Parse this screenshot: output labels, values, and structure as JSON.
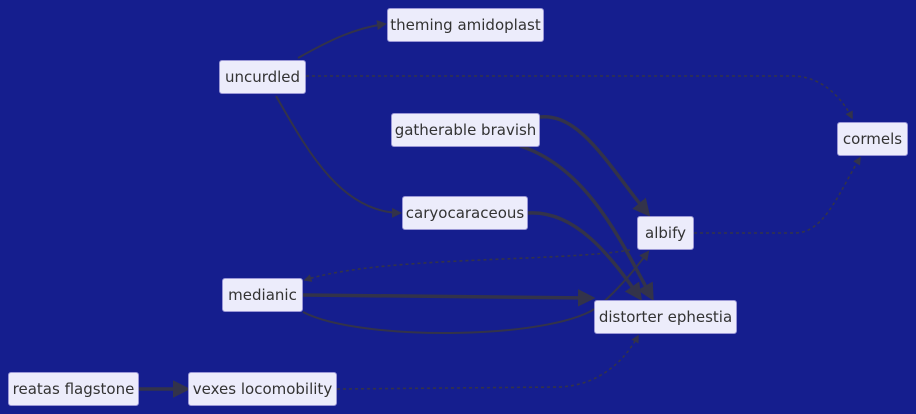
{
  "nodes": {
    "theming_amidoplast": "theming amidoplast",
    "uncurdled": "uncurdled",
    "gatherable_bravish": "gatherable bravish",
    "cormels": "cormels",
    "caryocaraceous": "caryocaraceous",
    "albify": "albify",
    "medianic": "medianic",
    "distorter_ephestia": "distorter ephestia",
    "reatas_flagstone": "reatas flagstone",
    "vexes_locomobility": "vexes locomobility"
  },
  "edges": [
    {
      "from": "uncurdled",
      "to": "theming amidoplast",
      "style": "solid"
    },
    {
      "from": "uncurdled",
      "to": "cormels",
      "style": "dotted"
    },
    {
      "from": "uncurdled",
      "to": "caryocaraceous",
      "style": "solid"
    },
    {
      "from": "gatherable bravish",
      "to": "albify",
      "style": "thick"
    },
    {
      "from": "gatherable bravish",
      "to": "distorter ephestia",
      "style": "thick"
    },
    {
      "from": "caryocaraceous",
      "to": "distorter ephestia",
      "style": "thick"
    },
    {
      "from": "albify",
      "to": "cormels",
      "style": "dotted"
    },
    {
      "from": "albify",
      "to": "medianic",
      "style": "dotted"
    },
    {
      "from": "medianic",
      "to": "distorter ephestia",
      "style": "thick"
    },
    {
      "from": "medianic",
      "to": "albify",
      "style": "solid"
    },
    {
      "from": "reatas flagstone",
      "to": "vexes locomobility",
      "style": "thick"
    },
    {
      "from": "vexes locomobility",
      "to": "distorter ephestia",
      "style": "dotted"
    }
  ],
  "colors": {
    "background": "#151e8e",
    "node_fill": "#ececfb",
    "node_border": "#9a97d6",
    "edge": "#33334a",
    "text": "#333333"
  }
}
